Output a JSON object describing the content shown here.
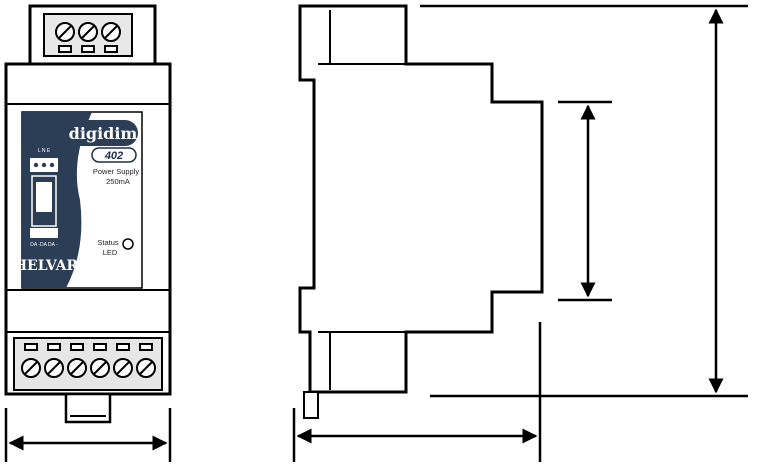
{
  "device": {
    "brand": "digidim",
    "model": "402",
    "description_line1": "Power Supply",
    "description_line2": "250mA",
    "status_label_line1": "Status",
    "status_label_line2": "LED",
    "manufacturer": "HELVAR",
    "terminal_top_labels": "L  N  E",
    "terminal_bottom_labels": "DA  -DA  DA  -"
  },
  "colors": {
    "line": "#000000",
    "panel": "#2b3e55",
    "housing": "#ffffff",
    "terminal_fill": "#e6e6e6"
  },
  "icons": [
    "dimension-arrow-icon",
    "screw-terminal-icon",
    "status-led-icon"
  ]
}
